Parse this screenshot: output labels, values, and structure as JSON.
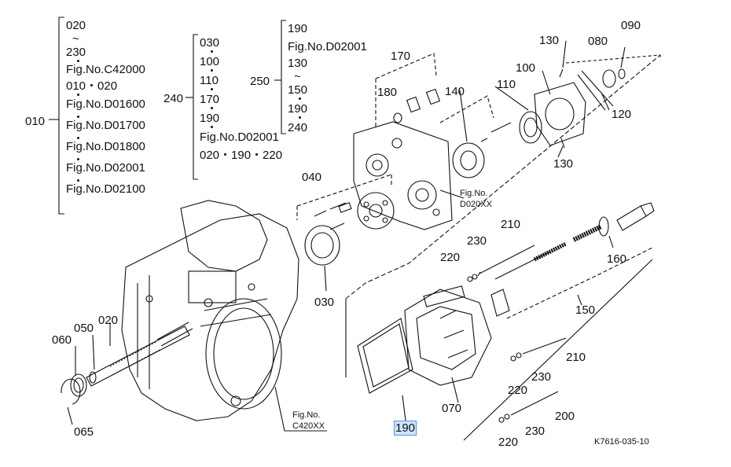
{
  "legend_010": {
    "callout": "010",
    "items": [
      "020",
      "~",
      "230",
      "Fig.No.C42000",
      "010・020",
      "Fig.No.D01600",
      "Fig.No.D01700",
      "Fig.No.D01800",
      "Fig.No.D02001",
      "Fig.No.D02100"
    ]
  },
  "legend_240": {
    "callout": "240",
    "items": [
      "030",
      "100",
      "110",
      "170",
      "190",
      "Fig.No.D02001",
      "020・190・220"
    ]
  },
  "legend_250": {
    "callout": "250",
    "items": [
      "190",
      "Fig.No.D02001",
      "130",
      "~",
      "150",
      "190",
      "240"
    ]
  },
  "callouts": {
    "c090": "090",
    "c080": "080",
    "c130a": "130",
    "c100": "100",
    "c120": "120",
    "c170": "170",
    "c180": "180",
    "c140": "140",
    "c110": "110",
    "c130b": "130",
    "c040": "040",
    "c030": "030",
    "c210a": "210",
    "c230a": "230",
    "c220a": "220",
    "c160": "160",
    "c150": "150",
    "c210b": "210",
    "c230b": "230",
    "c220b": "220",
    "c070": "070",
    "c190": "190",
    "c200": "200",
    "c230c": "230",
    "c220c": "220",
    "c060": "060",
    "c050": "050",
    "c020": "020",
    "c065": "065"
  },
  "refs": {
    "d020_line1": "Fig.No.",
    "d020_line2": "D020XX",
    "c420_line1": "Fig.No.",
    "c420_line2": "C420XX"
  },
  "diagram_code": "K7616-035-10",
  "selected_callout": "190"
}
